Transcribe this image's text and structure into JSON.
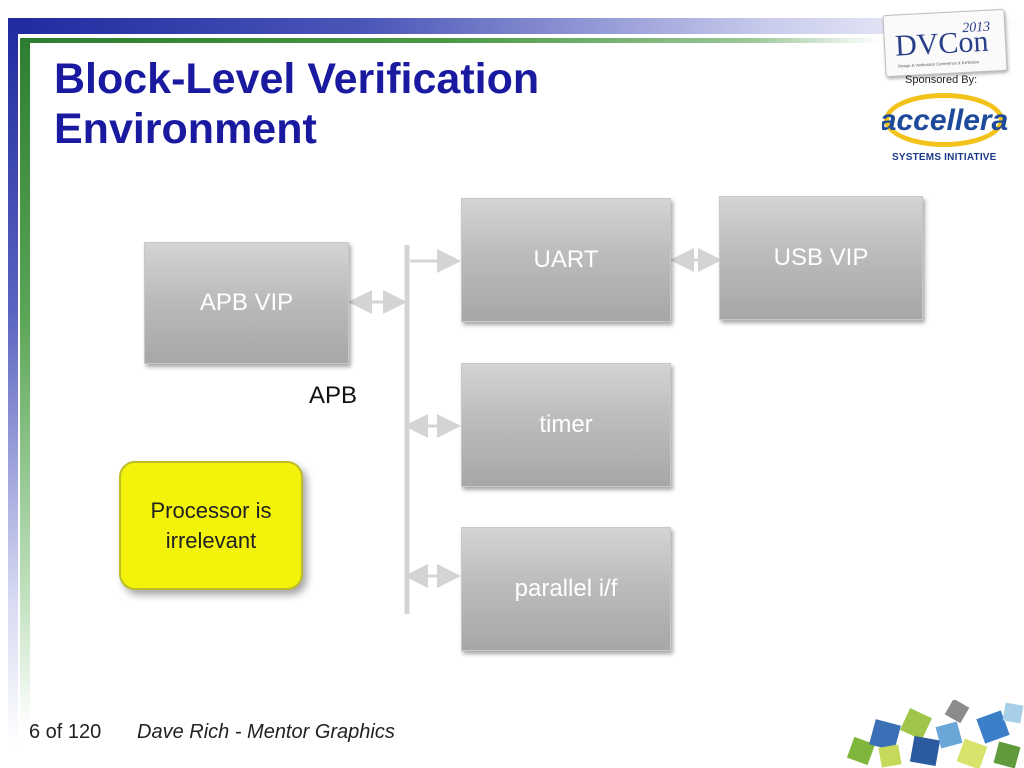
{
  "slide": {
    "title_line1": "Block-Level Verification",
    "title_line2": "Environment"
  },
  "logos": {
    "dvcon_name": "DVCon",
    "dvcon_year": "2013",
    "dvcon_tagline": "Design & Verification Conference & Exhibition",
    "sponsored_by": "Sponsored By:",
    "accellera_name": "accellera",
    "accellera_sub": "SYSTEMS INITIATIVE"
  },
  "diagram": {
    "bus_label": "APB",
    "blocks": {
      "apb_vip": "APB VIP",
      "uart": "UART",
      "usb_vip": "USB VIP",
      "timer": "timer",
      "parallel": "parallel i/f"
    },
    "callout_line1": "Processor is",
    "callout_line2": "irrelevant"
  },
  "footer": {
    "page": "6 of 120",
    "author": "Dave Rich - Mentor Graphics"
  },
  "colors": {
    "title": "#1a1aa0",
    "box_text": "#ffffff",
    "callout_fill": "#f2f20a",
    "connector": "#d4d4d4"
  }
}
